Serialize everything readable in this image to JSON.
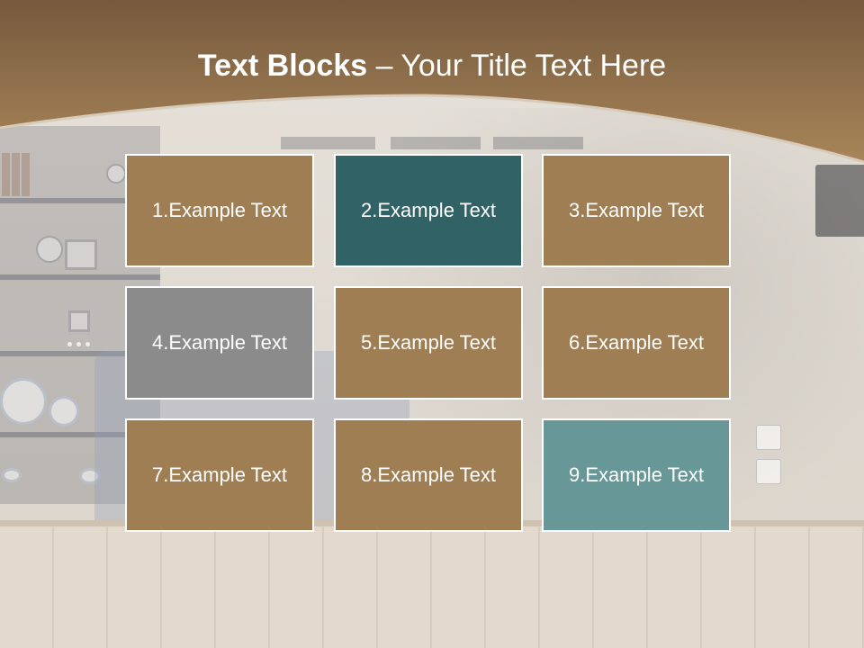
{
  "title": {
    "bold_part": "Text Blocks",
    "separator": " – ",
    "rest": "Your Title Text Here"
  },
  "blocks": [
    {
      "label": "1.Example Text",
      "color": "#a07e54"
    },
    {
      "label": "2.Example Text",
      "color": "#316265"
    },
    {
      "label": "3.Example Text",
      "color": "#a07e54"
    },
    {
      "label": "4.Example Text",
      "color": "#8b8b8b"
    },
    {
      "label": "5.Example Text",
      "color": "#a07e54"
    },
    {
      "label": "6.Example Text",
      "color": "#a07e54"
    },
    {
      "label": "7.Example Text",
      "color": "#a07e54"
    },
    {
      "label": "8.Example Text",
      "color": "#a07e54"
    },
    {
      "label": "9.Example Text",
      "color": "#679897"
    }
  ],
  "colors": {
    "header_top": "#765a3d",
    "header_bottom": "#a88559",
    "text": "#ffffff"
  }
}
